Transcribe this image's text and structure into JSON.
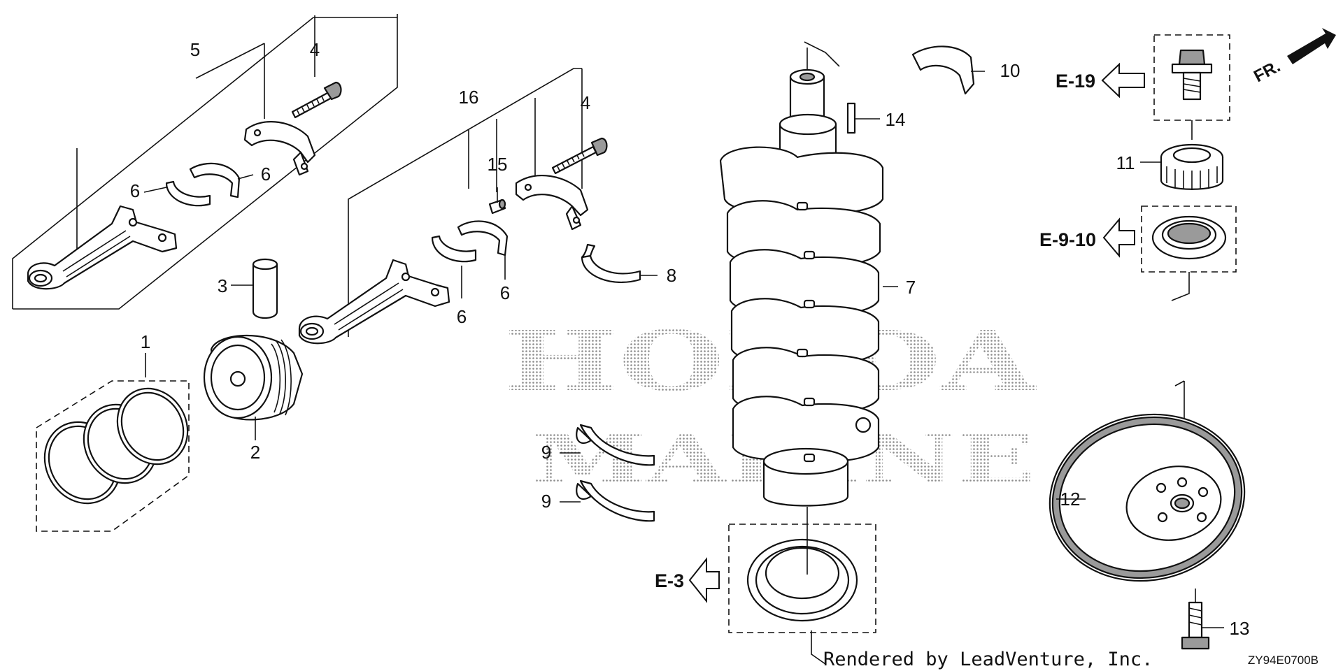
{
  "callouts": {
    "c1": "1",
    "c2": "2",
    "c3": "3",
    "c4a": "4",
    "c4b": "4",
    "c5": "5",
    "c6a": "6",
    "c6b": "6",
    "c6c": "6",
    "c6d": "6",
    "c7": "7",
    "c8": "8",
    "c9a": "9",
    "c9b": "9",
    "c10": "10",
    "c11": "11",
    "c12": "12",
    "c13": "13",
    "c14": "14",
    "c15": "15",
    "c16": "16"
  },
  "references": {
    "e19": "E-19",
    "e910": "E-9-10",
    "e3": "E-3"
  },
  "front_marker": "FR.",
  "watermark": {
    "line1": "HONDA",
    "line2": "MARINE"
  },
  "credit": "Rendered by LeadVenture, Inc.",
  "diagram_code": "ZY94E0700B"
}
